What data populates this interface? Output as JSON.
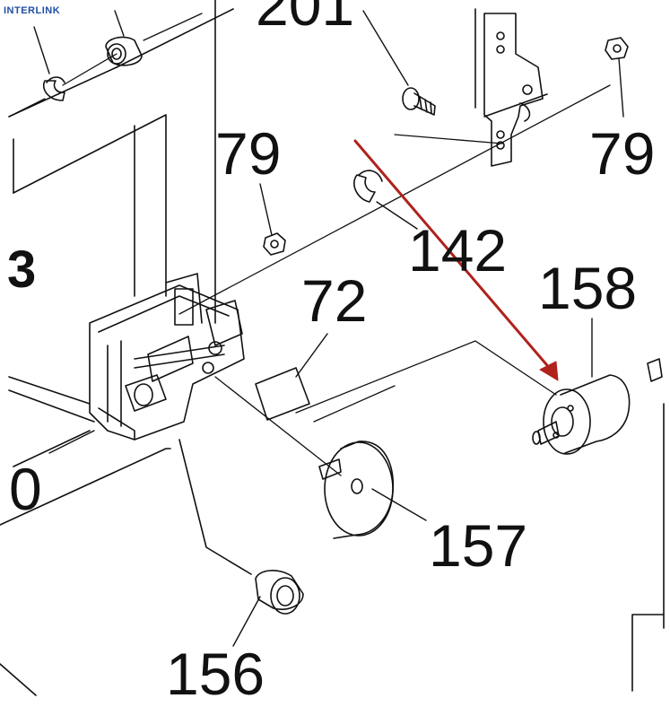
{
  "watermark": "INTERLINK",
  "labels": {
    "l201": "201",
    "l79a": "79",
    "l79b": "79",
    "l142": "142",
    "l3": "3",
    "l72": "72",
    "l158": "158",
    "l0": "0",
    "l157": "157",
    "l156": "156"
  },
  "colors": {
    "line": "#111111",
    "arrow": "#b0221c"
  }
}
